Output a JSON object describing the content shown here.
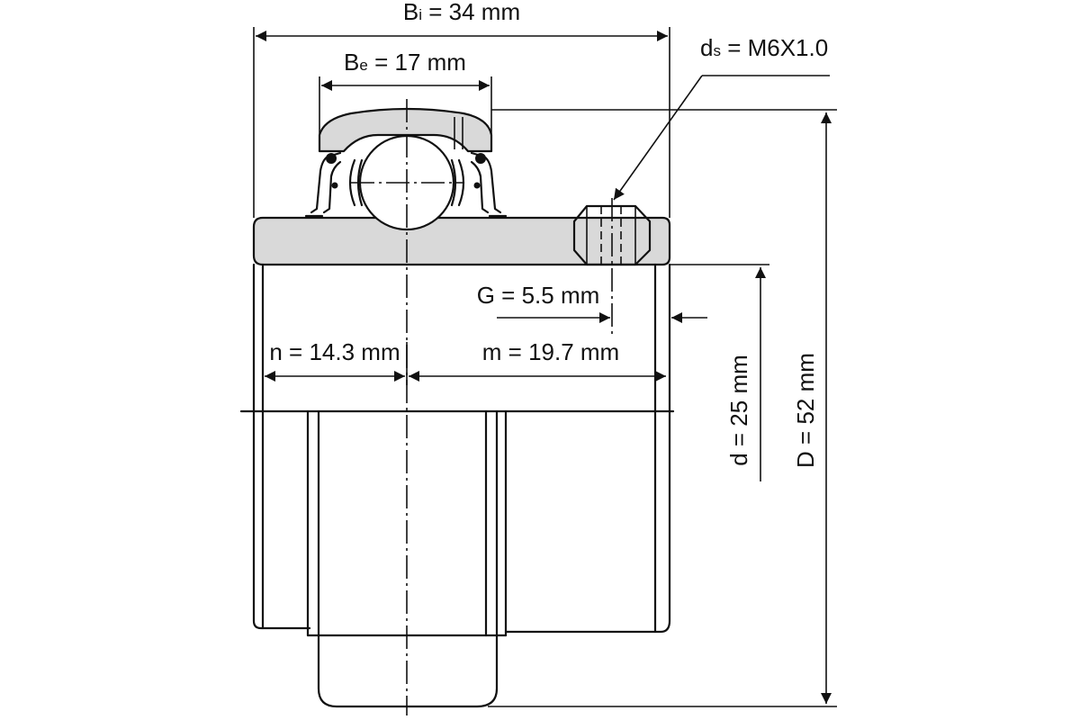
{
  "dimensions": {
    "Bi": {
      "symbol": "B",
      "subscript": "i",
      "text": " = 34 mm"
    },
    "Be": {
      "symbol": "B",
      "subscript": "e",
      "text": " = 17 mm"
    },
    "ds": {
      "symbol": "d",
      "subscript": "s",
      "text": " = M6X1.0"
    },
    "G": {
      "text": "G = 5.5 mm"
    },
    "n": {
      "text": "n = 14.3 mm"
    },
    "m": {
      "text": "m = 19.7 mm"
    },
    "d": {
      "text": "d = 25 mm"
    },
    "D": {
      "text": "D = 52 mm"
    }
  },
  "colors": {
    "line": "#111111",
    "fill": "#d9d9d9",
    "background": "#ffffff"
  }
}
